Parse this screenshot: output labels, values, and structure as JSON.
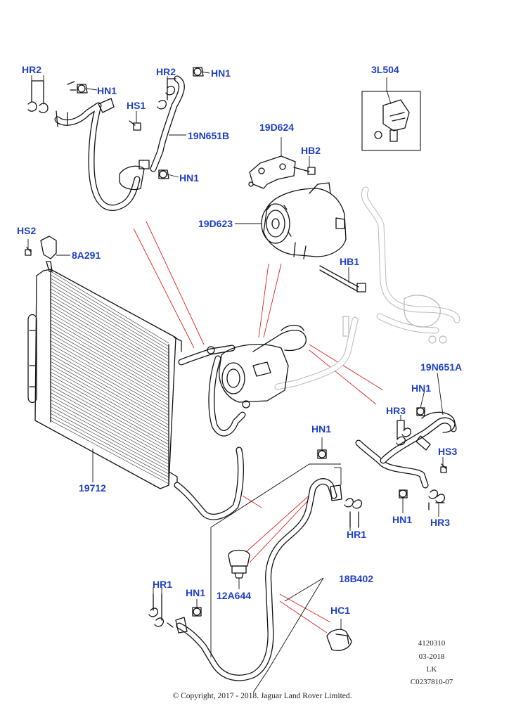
{
  "labels": {
    "hr2_tl": "HR2",
    "hn1_tl": "HN1",
    "hr2_top": "HR2",
    "hn1_top": "HN1",
    "hs1": "HS1",
    "pipe_19n651b": "19N651B",
    "hn1_mid": "HN1",
    "part_3l504": "3L504",
    "bracket_19d624": "19D624",
    "hb2": "HB2",
    "compressor_19d623": "19D623",
    "hs2": "HS2",
    "bracket_8a291": "8A291",
    "hb1": "HB1",
    "pipe_19n651a": "19N651A",
    "hn1_right": "HN1",
    "hr3_right_top": "HR3",
    "hs3": "HS3",
    "hn1_right_bottom": "HN1",
    "hr3_right_bottom": "HR3",
    "condenser_19712": "19712",
    "hn1_center": "HN1",
    "hr1_right": "HR1",
    "sensor_12a644": "12A644",
    "pipe_18b402": "18B402",
    "hr1_left": "HR1",
    "hn1_bottom": "HN1",
    "hc1": "HC1"
  },
  "meta": {
    "illustration_number": "4120310",
    "date": "03-2018",
    "region": "LK",
    "catalog_code": "C0237810-07",
    "copyright": "© Copyright, 2017 - 2018. Jaguar Land Rover Limited."
  },
  "colors": {
    "label_blue": "#1f3fc8",
    "red_guide": "#e0201c",
    "line_black": "#111111",
    "ghost_gray": "#b9b9b9"
  }
}
